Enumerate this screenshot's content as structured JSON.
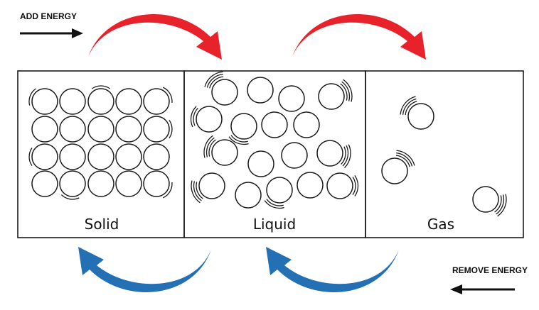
{
  "labels": {
    "add_energy": "ADD ENERGY",
    "remove_energy": "REMOVE ENERGY"
  },
  "states": [
    {
      "name": "Solid",
      "motion": "vibrating in a fixed lattice"
    },
    {
      "name": "Liquid",
      "motion": "moving past each other"
    },
    {
      "name": "Gas",
      "motion": "moving freely, far apart"
    }
  ],
  "colors": {
    "add_arrow": "#e8222b",
    "remove_arrow": "#2470b5",
    "outline": "#1a1a1a"
  },
  "icons": {
    "add_direction": "arrow-right-icon",
    "remove_direction": "arrow-left-icon"
  }
}
